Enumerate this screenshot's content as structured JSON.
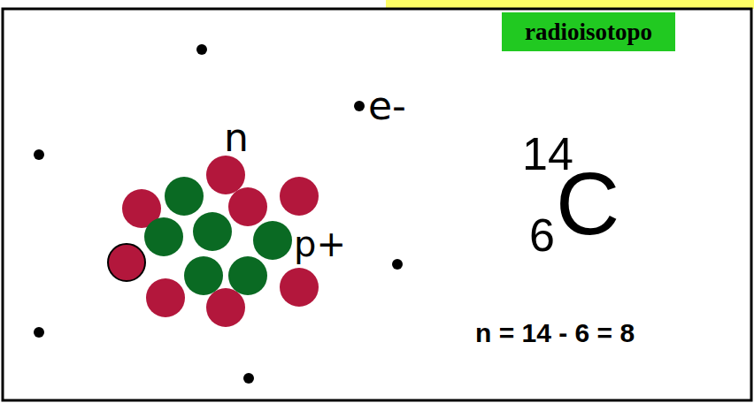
{
  "diagram": {
    "nodes": [
      {
        "text": [
          "radioisotopo"
        ]
      }
    ],
    "labels": [
      "e-",
      "n",
      "p+",
      "14",
      "C",
      "6",
      "n = 14 - 6 = 8"
    ]
  }
}
